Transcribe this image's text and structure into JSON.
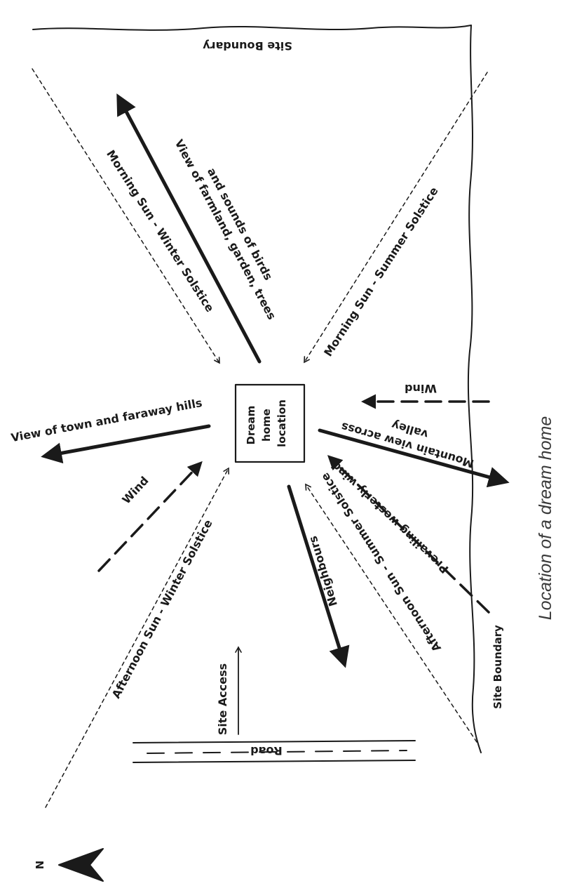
{
  "caption": "Location of a dream home",
  "site_boundary_top": "Site Boundary",
  "site_boundary_right": "Site Boundary",
  "dream_home": {
    "line1": "Dream",
    "line2": "home",
    "line3": "location"
  },
  "labels": {
    "view_farmland_line1": "View of farmland, garden, trees",
    "view_farmland_line2": "and sounds of birds",
    "morning_winter": "Morning Sun - Winter Solstice",
    "morning_summer": "Morning Sun - Summer Solstice",
    "wind_east": "Wind",
    "mountain_line1": "Mountain view across",
    "mountain_line2": "valley",
    "view_town": "View of town and faraway hills",
    "wind_west": "Wind",
    "prevailing_wind": "Prevailing westerly wind",
    "neighbours": "Neighbours",
    "afternoon_summer": "Afternoon Sun - Summer Solstice",
    "afternoon_winter": "Afternoon Sun - Winter Solstice",
    "site_access": "Site Access",
    "road": "Road"
  },
  "north": {
    "label": "N"
  },
  "colors": {
    "ink": "#1a1a1a",
    "caption": "#3a3a3a",
    "background": "#ffffff"
  }
}
